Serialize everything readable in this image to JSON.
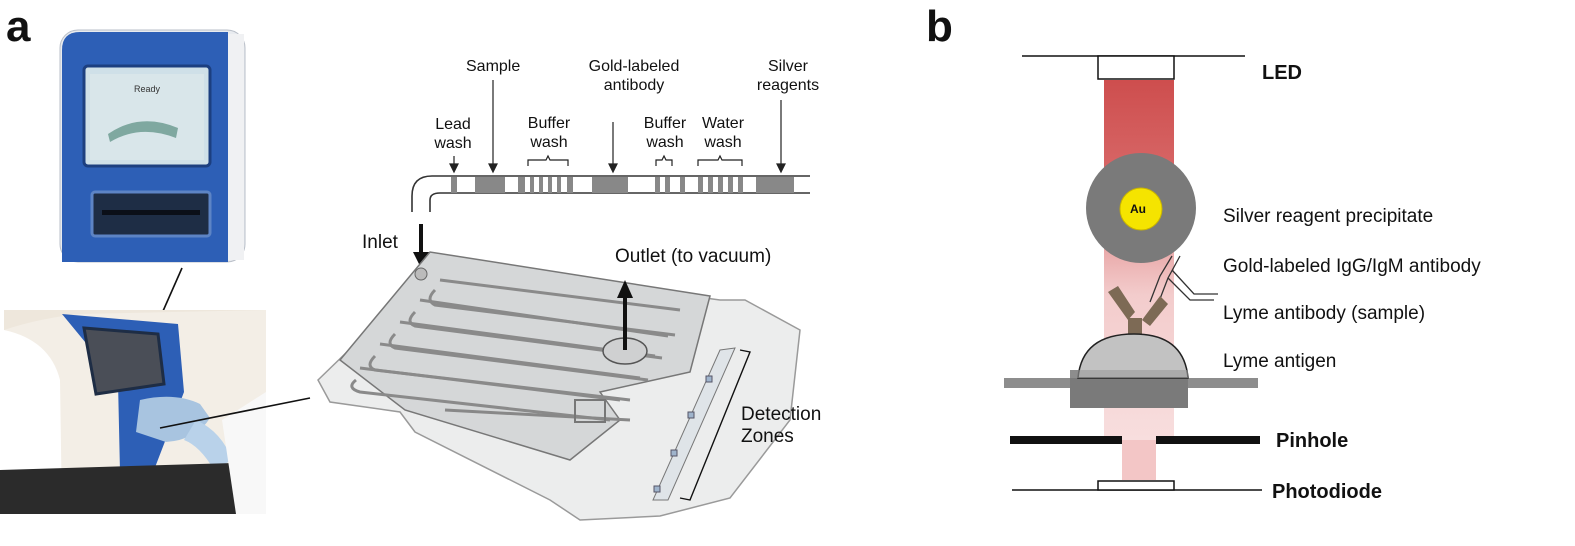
{
  "panel_a": {
    "letter": "a",
    "reagent_labels": {
      "sample": "Sample",
      "gold_antibody_l1": "Gold-labeled",
      "gold_antibody_l2": "antibody",
      "silver_l1": "Silver",
      "silver_l2": "reagents",
      "lead_l1": "Lead",
      "lead_l2": "wash",
      "buffer1_l1": "Buffer",
      "buffer1_l2": "wash",
      "buffer2_l1": "Buffer",
      "buffer2_l2": "wash",
      "water_l1": "Water",
      "water_l2": "wash"
    },
    "inlet": "Inlet",
    "outlet": "Outlet (to vacuum)",
    "detection_l1": "Detection",
    "detection_l2": "Zones",
    "device_screen_title": "Ready"
  },
  "panel_b": {
    "letter": "b",
    "led": "LED",
    "gold": "Au",
    "silver_precipitate": "Silver reagent precipitate",
    "gold_labeled": "Gold-labeled IgG/IgM antibody",
    "lyme_antibody": "Lyme antibody (sample)",
    "lyme_antigen": "Lyme antigen",
    "pinhole": "Pinhole",
    "photodiode": "Photodiode"
  },
  "colors": {
    "device_blue": "#2d5fb6",
    "beam_red": "#c83a3a",
    "gold_yellow": "#f5e400",
    "particle_gray": "#7a7a7a",
    "antibody_brown": "#7d6a55"
  }
}
